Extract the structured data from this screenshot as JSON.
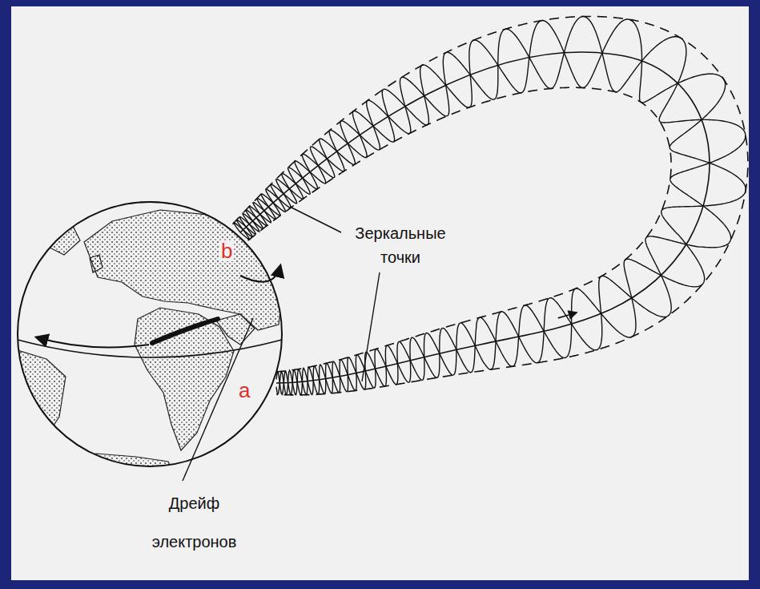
{
  "diagram": {
    "labels": [
      "b",
      "Зеркальные точки",
      "a",
      "Дрейф электронов"
    ]
  }
}
